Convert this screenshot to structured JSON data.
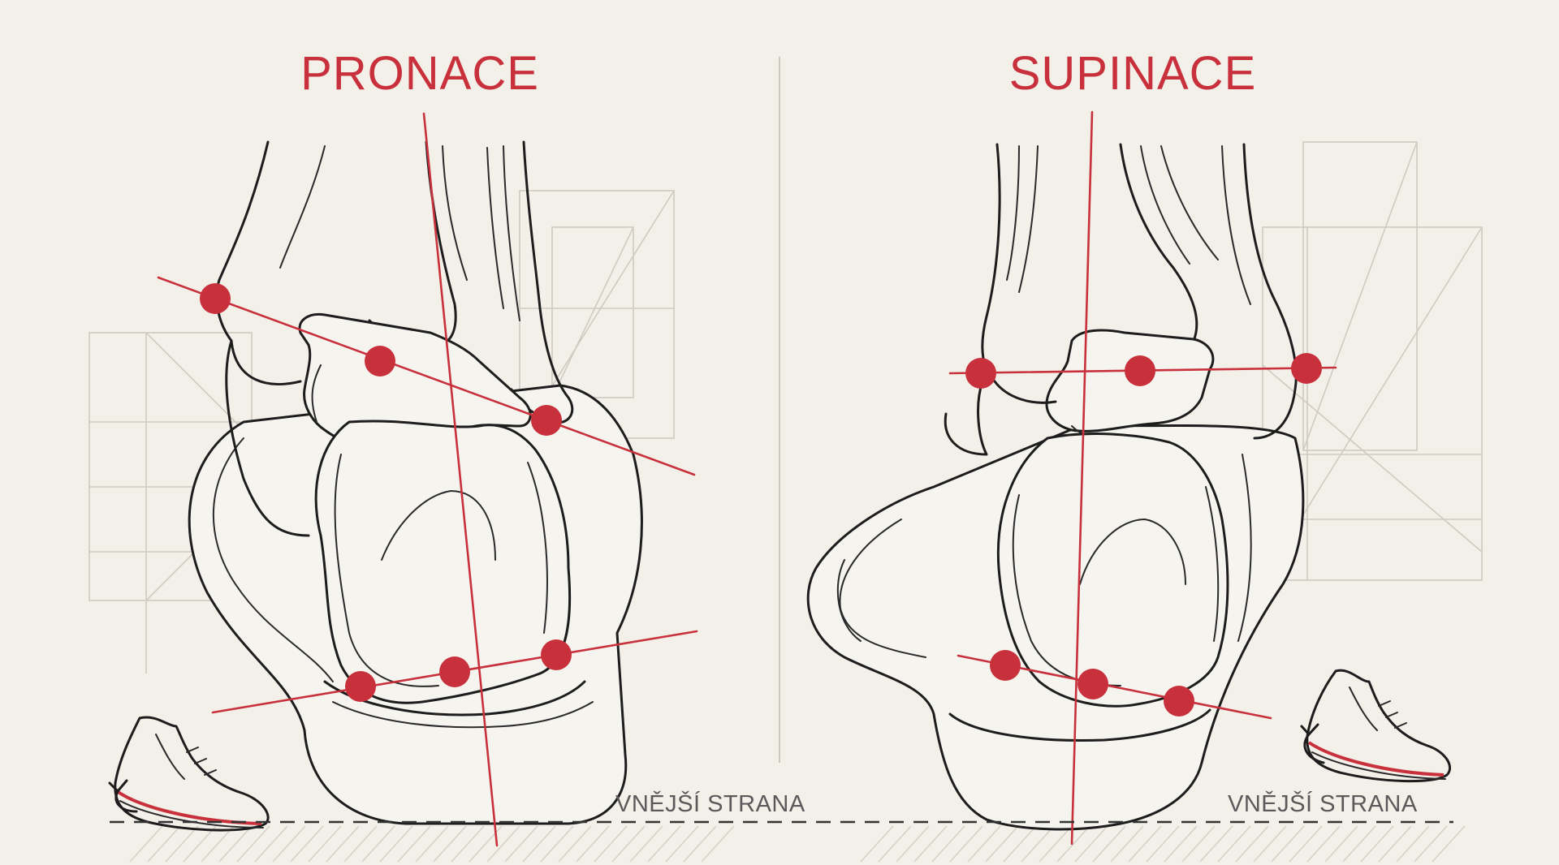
{
  "panels": [
    {
      "title": "PRONACE",
      "side_label": "VNĚJŠÍ STRANA"
    },
    {
      "title": "SUPINACE",
      "side_label": "VNĚJŠÍ STRANA"
    }
  ],
  "colors": {
    "accent": "#c8313c",
    "ink": "#1d1d1d",
    "label": "#5a5a5a",
    "background": "#f3f0ea"
  },
  "icons": [
    "running-shoe-icon",
    "rotation-arrow-icon"
  ]
}
